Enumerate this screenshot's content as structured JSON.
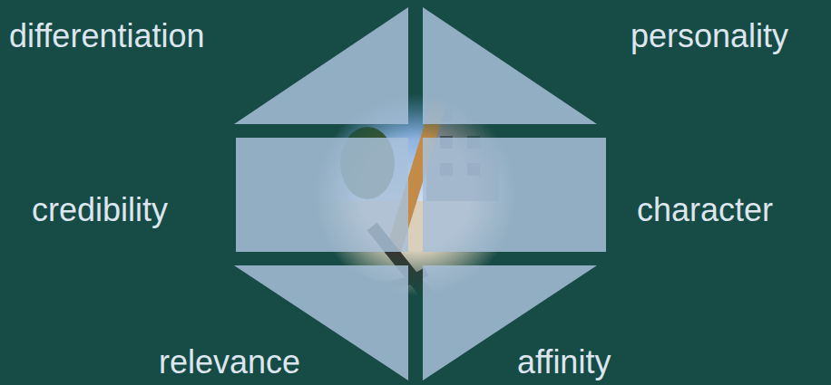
{
  "diagram": {
    "labels": [
      "differentiation",
      "personality",
      "credibility",
      "character",
      "relevance",
      "affinity"
    ]
  }
}
